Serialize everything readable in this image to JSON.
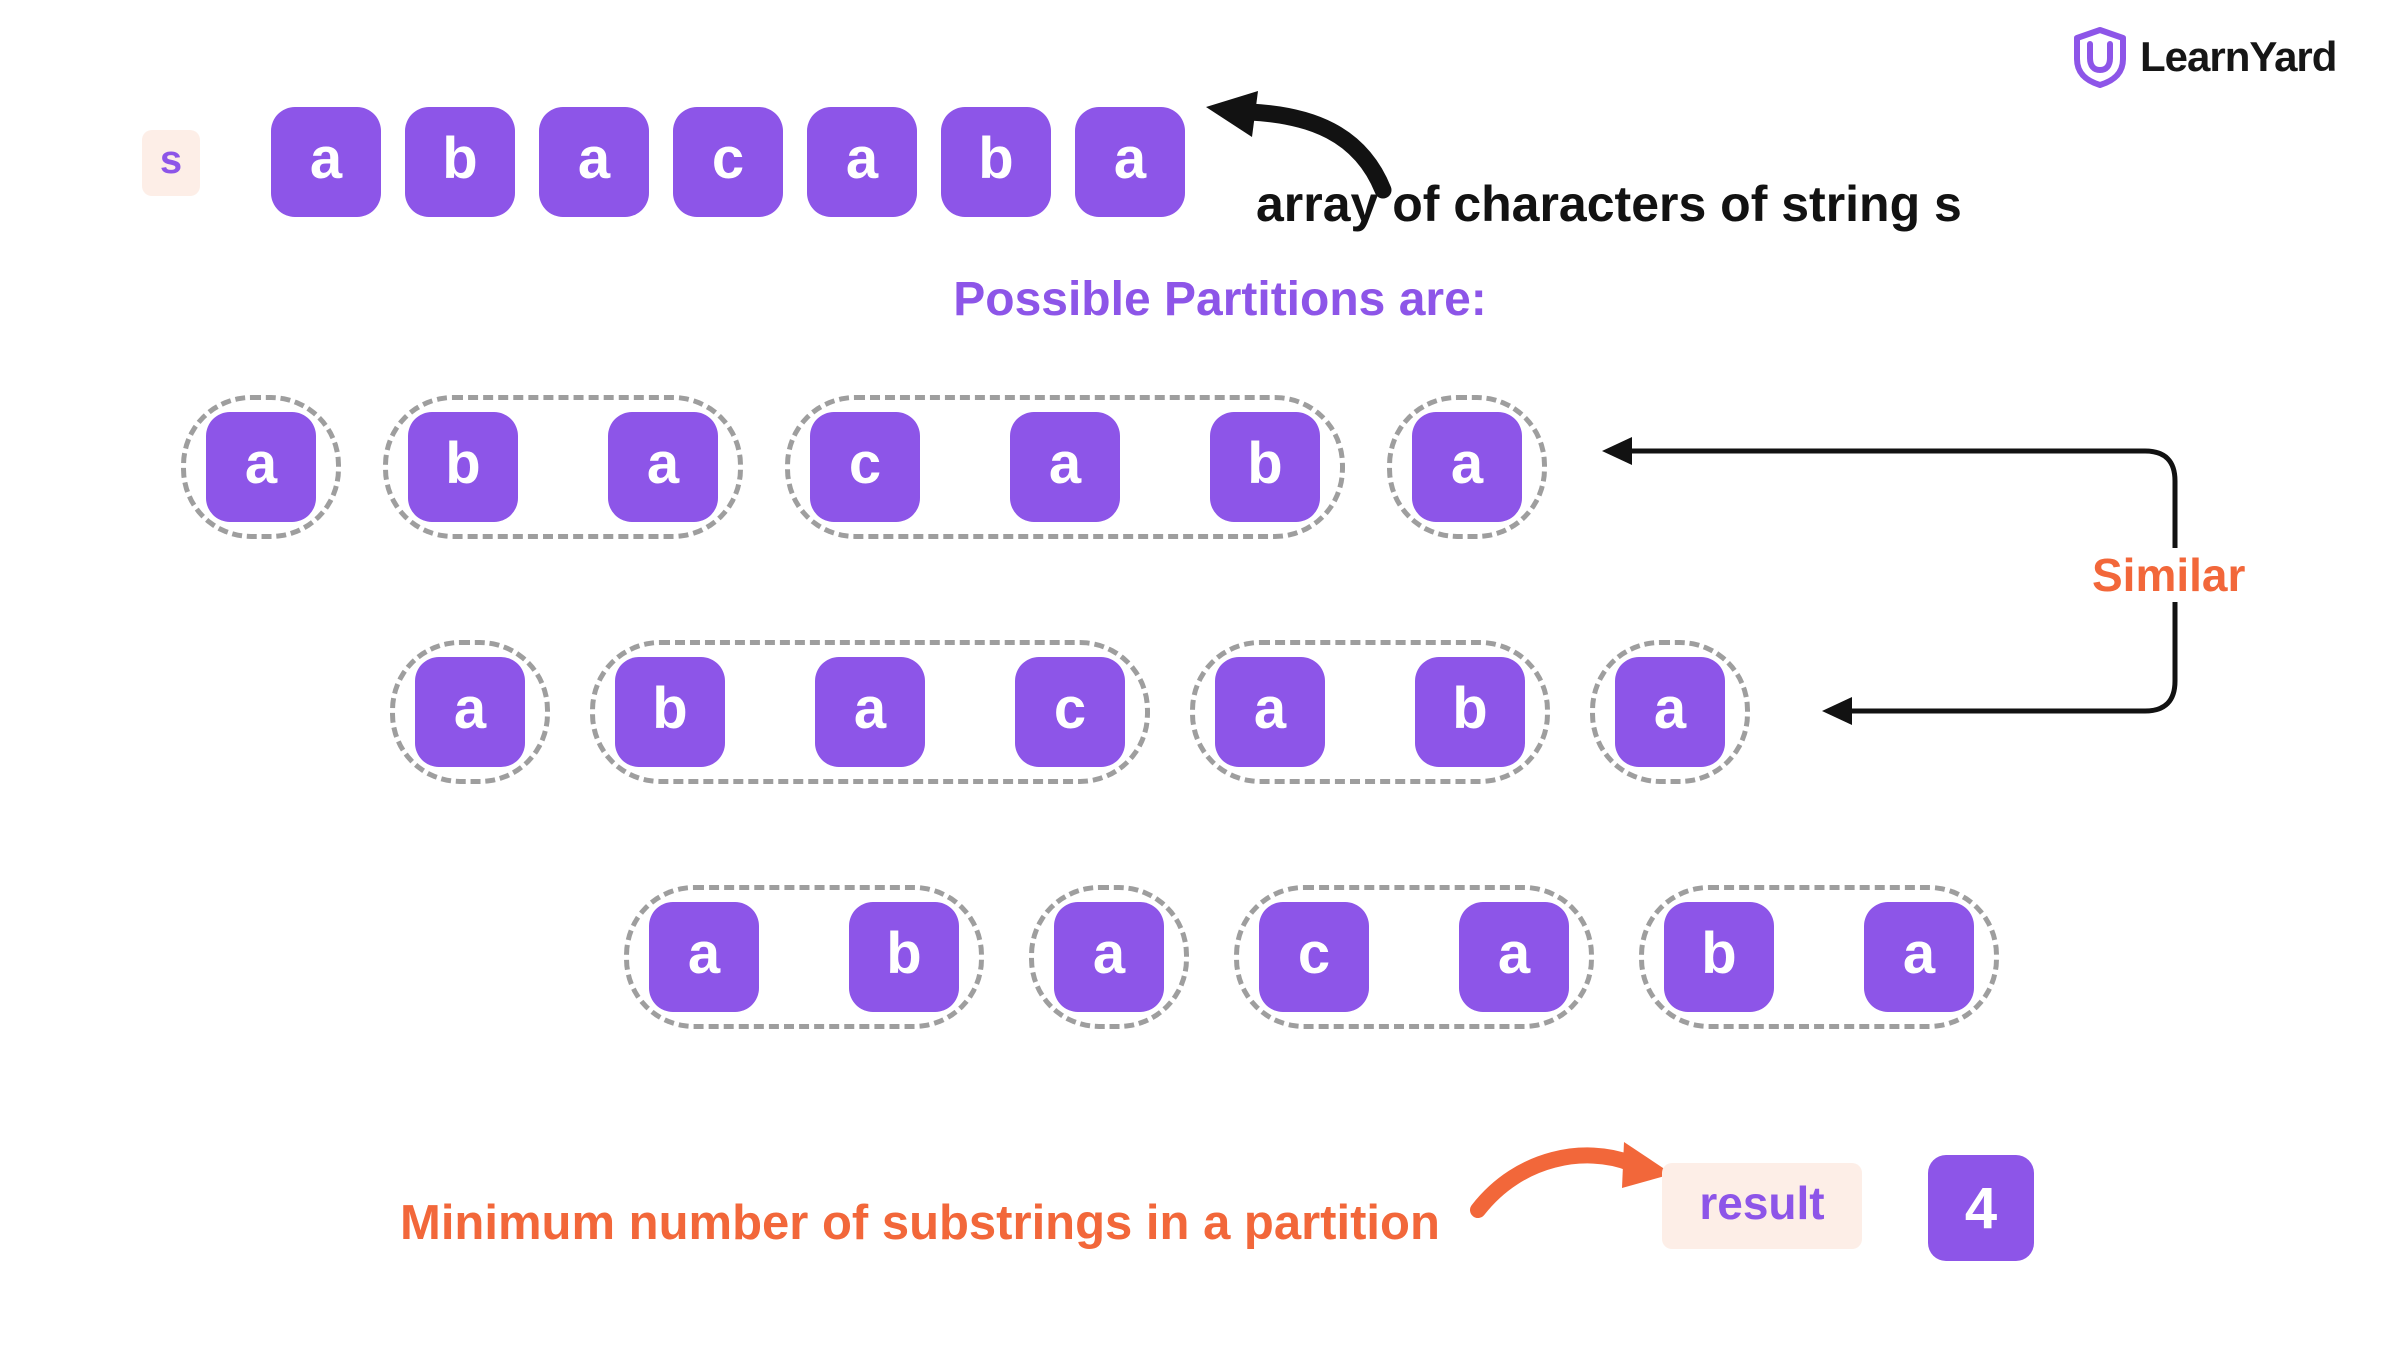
{
  "brand": {
    "name": "LearnYard"
  },
  "source": {
    "label": "s",
    "chars": [
      "a",
      "b",
      "a",
      "c",
      "a",
      "b",
      "a"
    ]
  },
  "labels": {
    "array_annotation": "array of characters of string s",
    "partitions_heading": "Possible Partitions are:",
    "similar": "Similar",
    "min_caption": "Minimum number of substrings in a partition",
    "result": "result",
    "result_value": "4"
  },
  "partitions": {
    "row1": [
      [
        "a"
      ],
      [
        "b",
        "a"
      ],
      [
        "c",
        "a",
        "b"
      ],
      [
        "a"
      ]
    ],
    "row2": [
      [
        "a"
      ],
      [
        "b",
        "a",
        "c"
      ],
      [
        "a",
        "b"
      ],
      [
        "a"
      ]
    ],
    "row3": [
      [
        "a",
        "b"
      ],
      [
        "a"
      ],
      [
        "c",
        "a"
      ],
      [
        "b",
        "a"
      ]
    ]
  },
  "colors": {
    "purple": "#8d55e8",
    "orange": "#f2673a",
    "pink": "#fdeee7",
    "gray": "#9e9e9e",
    "ink": "#121212"
  }
}
